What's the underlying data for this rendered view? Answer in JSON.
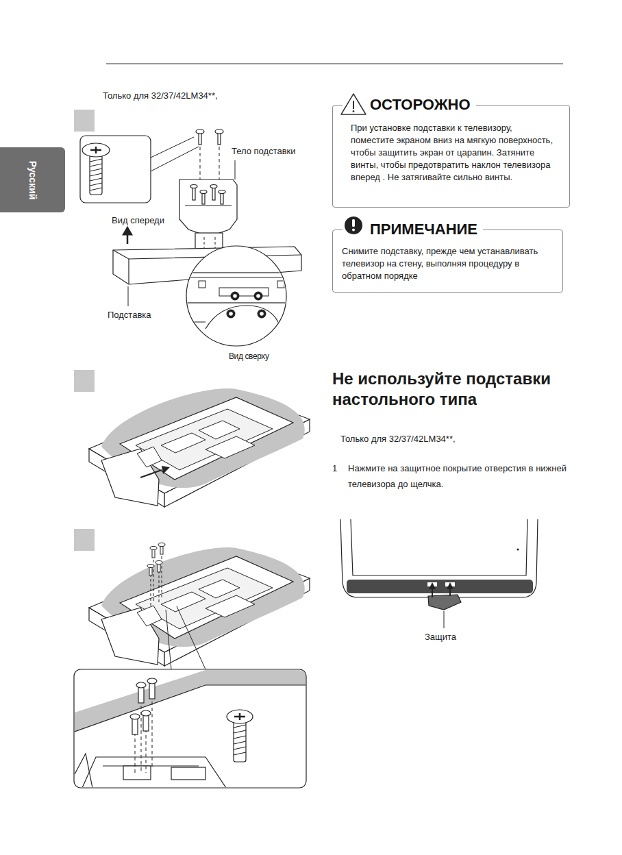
{
  "diagram": {
    "title": "Не используйте подставки настольного типа",
    "nodes": [
      {
        "text": [
          "Русский"
        ]
      },
      {
        "text": [
          "ОСТОРОЖНО",
          "При установке подставки к телевизору, поместите экраном вниз на мягкую поверхность, чтобы защитить экран от царапин. Затяните винты, чтобы предотвратить наклон телевизора вперед . Не затягивайте сильно винты."
        ]
      },
      {
        "text": [
          "ПРИМЕЧАНИЕ",
          "Снимите подставку, прежде чем устанавливать телевизор на стену, выполняя процедуру в обратном порядке"
        ]
      }
    ],
    "labels": [
      "Только для 32/37/42LM34**,",
      "Тело подставки",
      "Вид спереди",
      "Подставка",
      "Вид сверху",
      "Только для 32/37/42LM34**,",
      "1",
      "Нажмите на защитное покрытие отверстия в нижней телевизора до щелчка.",
      "Защита"
    ]
  }
}
